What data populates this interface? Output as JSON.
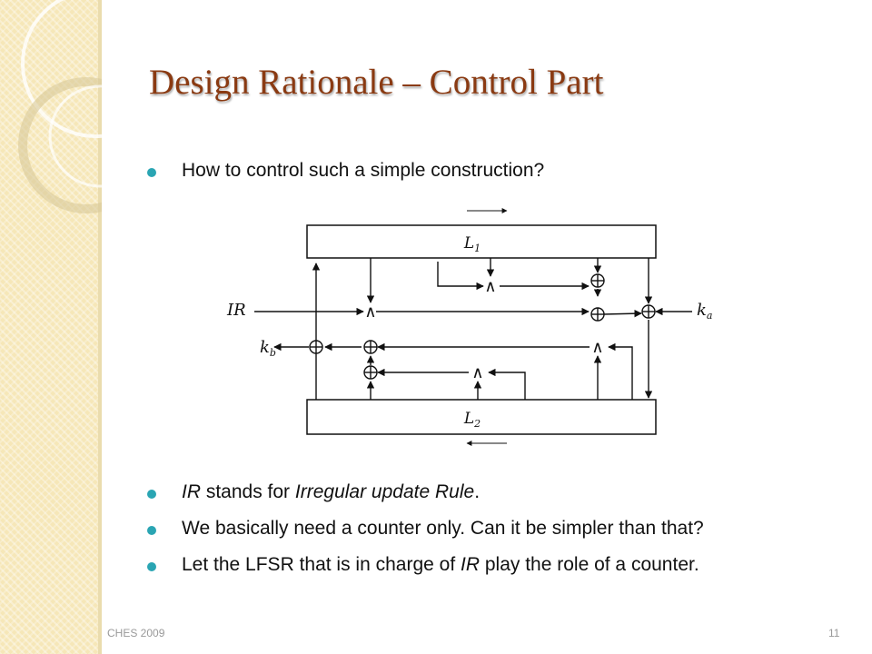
{
  "slide": {
    "title": "Design Rationale – Control Part",
    "bullets": [
      {
        "segments": [
          "How to control such a simple construction?"
        ]
      },
      {
        "segments": [
          "IR",
          " stands for ",
          "Irregular update Rule",
          "."
        ]
      },
      {
        "segments": [
          "We basically need a counter only. Can it be simpler than that?"
        ]
      },
      {
        "segments": [
          "Let the LFSR that is in charge of ",
          "IR",
          " play the role of a counter."
        ]
      }
    ],
    "footer_left": "CHES 2009",
    "page_number": "11"
  },
  "diagram": {
    "register_top": "L",
    "register_top_sub": "1",
    "register_bottom": "L",
    "register_bottom_sub": "2",
    "input_ir": "IR",
    "key_a": "k",
    "key_a_sub": "a",
    "key_b": "k",
    "key_b_sub": "b",
    "and_symbol": "∧"
  },
  "colors": {
    "title": "#8a3a12",
    "bullet": "#2aa5b3",
    "band": "#f6e7b8"
  }
}
